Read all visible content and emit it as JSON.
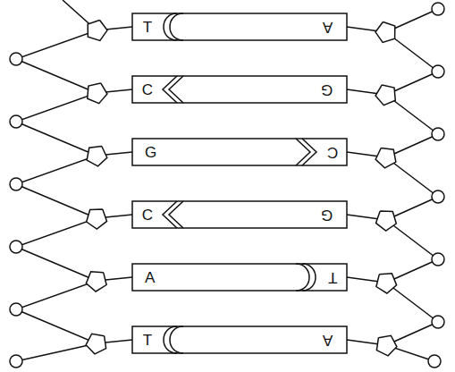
{
  "diagram": {
    "nodes": [
      {
        "text": [
          "T"
        ]
      },
      {
        "text": [
          "A"
        ]
      },
      {
        "text": [
          "C"
        ]
      },
      {
        "text": [
          "G"
        ]
      },
      {
        "text": [
          "G"
        ]
      },
      {
        "text": [
          "C"
        ]
      },
      {
        "text": [
          "C"
        ]
      },
      {
        "text": [
          "G"
        ]
      },
      {
        "text": [
          "A"
        ]
      },
      {
        "text": [
          "T"
        ]
      },
      {
        "text": [
          "T"
        ]
      },
      {
        "text": [
          "A"
        ]
      }
    ]
  }
}
